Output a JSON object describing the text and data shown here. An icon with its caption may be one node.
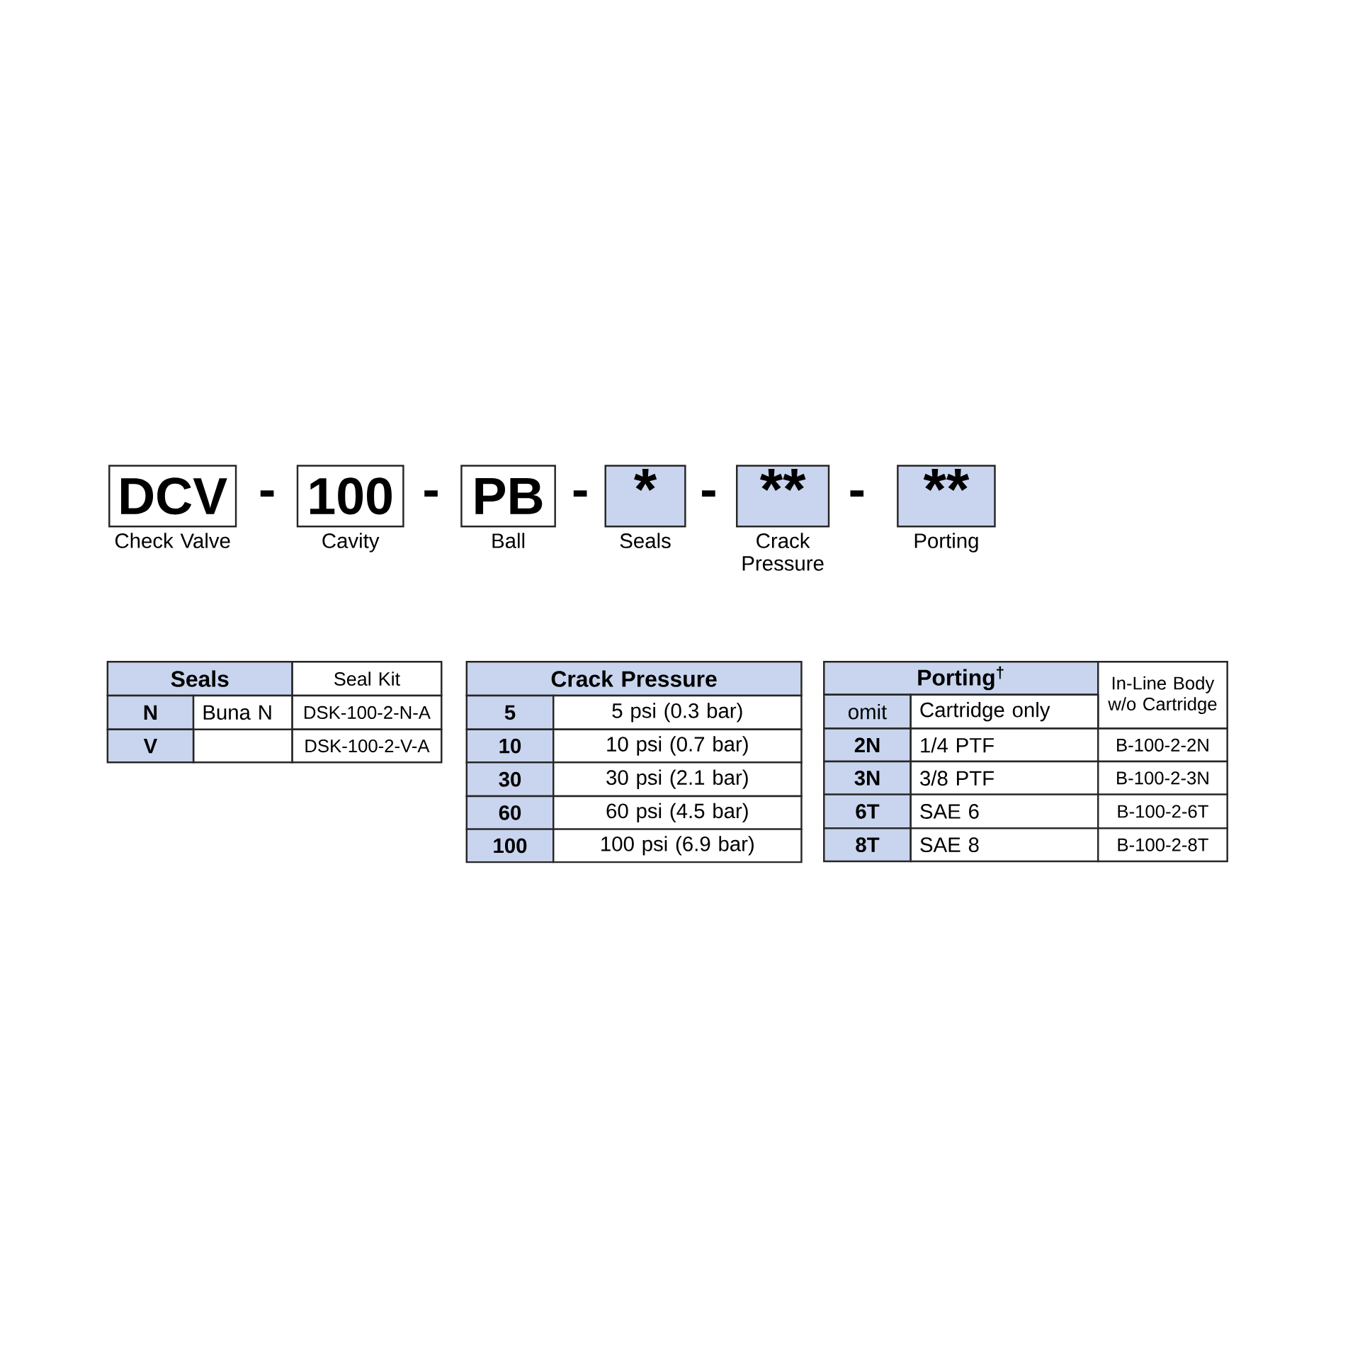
{
  "diagram": {
    "nodes": [
      {
        "text": [
          "DCV"
        ],
        "beside": [
          "Check Valve"
        ]
      },
      {
        "text": [
          "100"
        ],
        "beside": [
          "Cavity"
        ]
      },
      {
        "text": [
          "PB"
        ],
        "beside": [
          "Ball"
        ]
      },
      {
        "text": [
          "*"
        ],
        "beside": [
          "Seals"
        ]
      },
      {
        "text": [
          "**"
        ],
        "beside": [
          "Crack Pressure"
        ]
      },
      {
        "text": [
          "**"
        ],
        "beside": [
          "Porting"
        ]
      }
    ],
    "edges": [],
    "labels": [
      "-",
      "-",
      "-",
      "-",
      "-",
      "Seals",
      "Seal Kit",
      "N",
      "Buna N",
      "DSK-100-2-N-A",
      "V",
      "DSK-100-2-V-A",
      "Crack Pressure",
      "5",
      "5 psi (0.3 bar)",
      "10",
      "10 psi (0.7 bar)",
      "30",
      "30 psi (2.1 bar)",
      "60",
      "60 psi (4.5 bar)",
      "100",
      "100 psi (6.9 bar)",
      "Porting$^{†}$",
      "In-Line Body w/o Cartridge",
      "omit",
      "Cartridge only",
      "2N",
      "1/4 PTF",
      "B-100-2-2N",
      "3N",
      "3/8 PTF",
      "B-100-2-3N",
      "6T",
      "SAE 6",
      "B-100-2-6T",
      "8T",
      "SAE 8",
      "B-100-2-8T"
    ]
  }
}
